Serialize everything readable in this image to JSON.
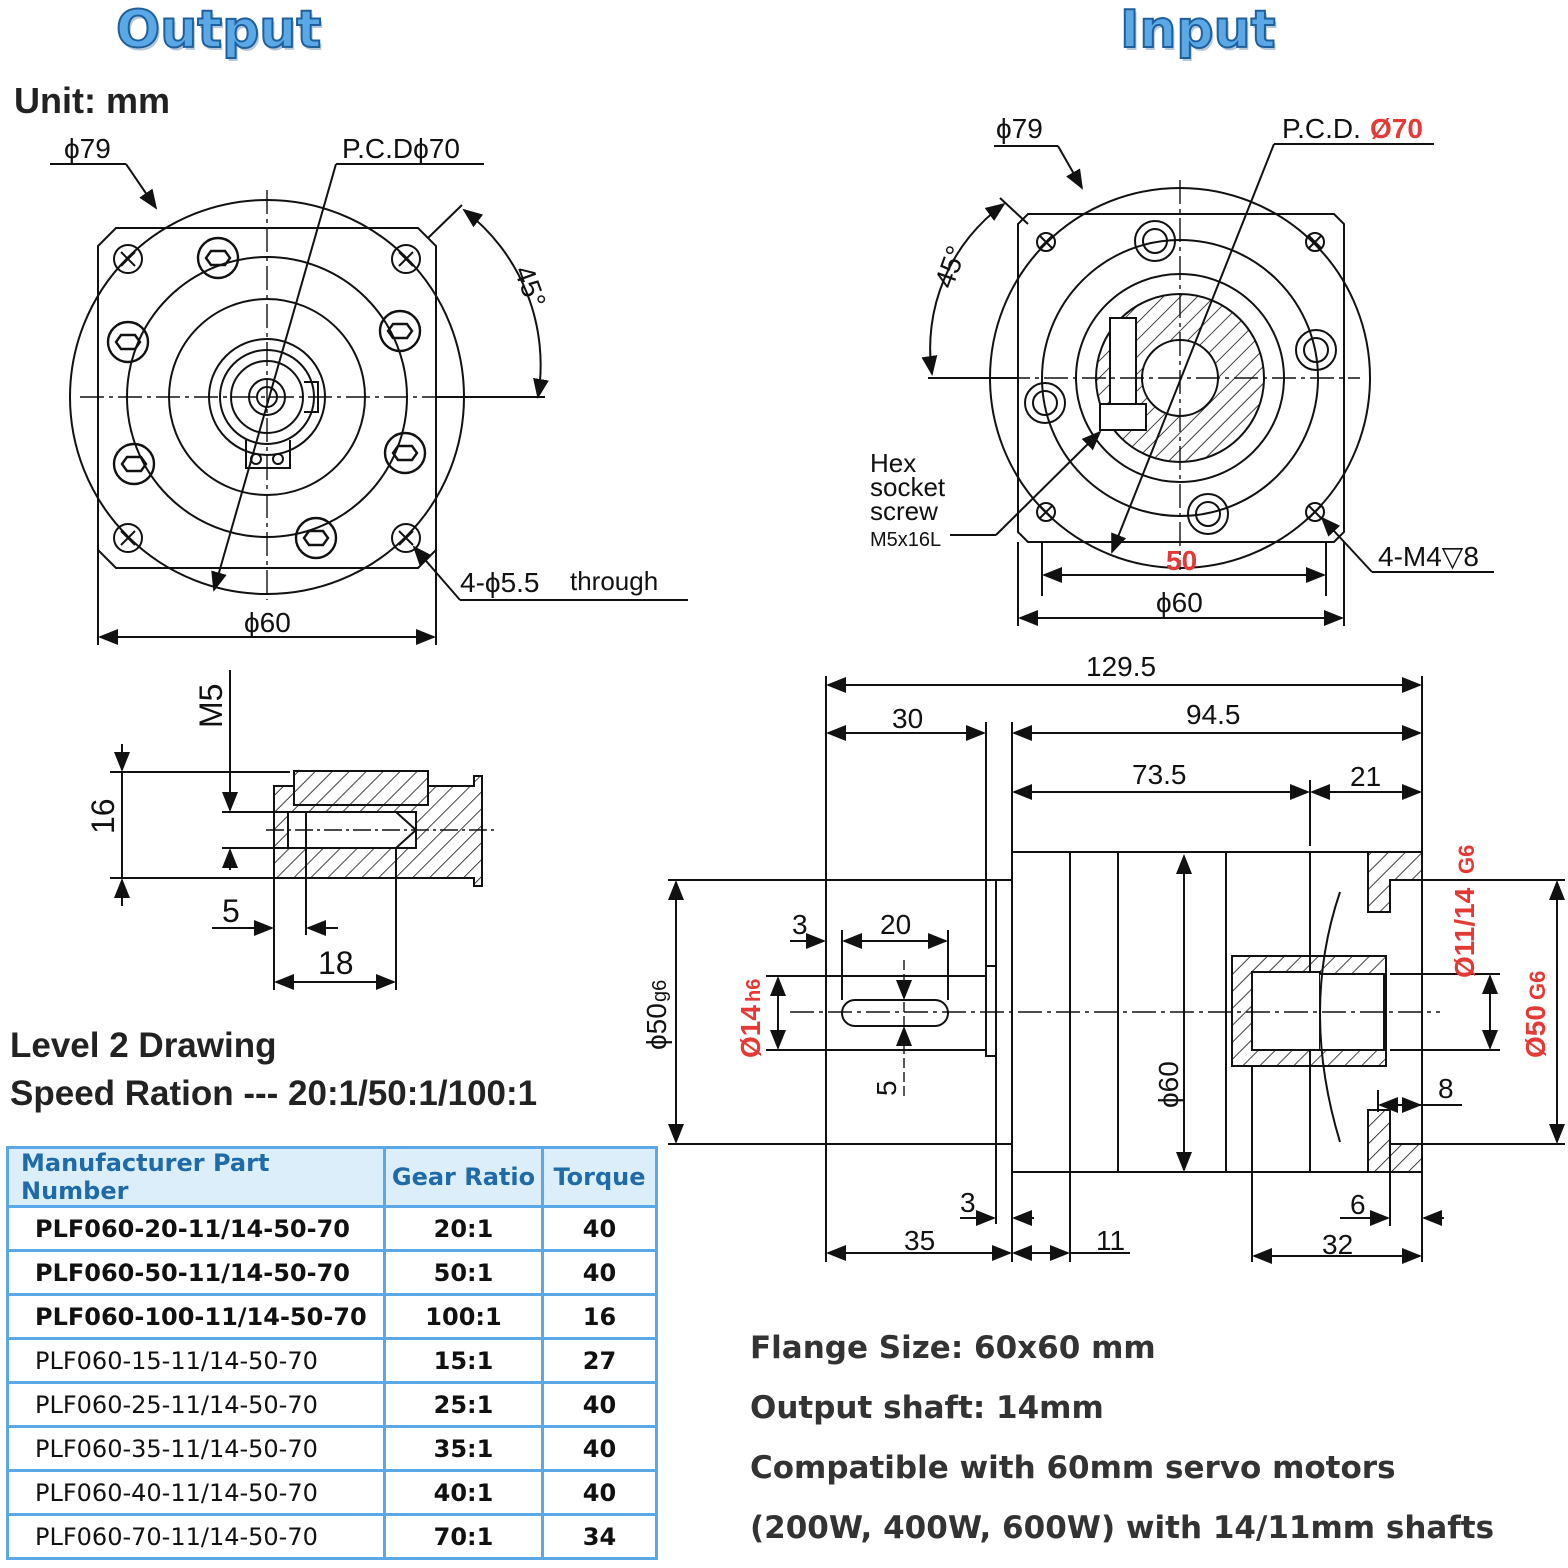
{
  "titles": {
    "output": "Output",
    "input": "Input"
  },
  "unit": "Unit: mm",
  "output_view": {
    "d79": "ϕ79",
    "pcd": "P.C.Dϕ70",
    "angle": "45°",
    "holes": "4-ϕ5.5",
    "through": "through",
    "d60": "ϕ60"
  },
  "input_view": {
    "d79": "ϕ79",
    "pcd_prefix": "P.C.D.",
    "pcd_value": "Ø70",
    "angle": "45°",
    "hex_lines": [
      "Hex",
      "socket",
      "screw"
    ],
    "screw_spec": "M5x16L",
    "thread": "4-M4▽8",
    "d50": "50",
    "d60": "ϕ60",
    "accent_color": "#e53935"
  },
  "detail_view": {
    "m5": "M5",
    "d16": "16",
    "d5": "5",
    "d18": "18"
  },
  "side_view": {
    "l129": "129.5",
    "l30": "30",
    "l945": "94.5",
    "l735": "73.5",
    "l21": "21",
    "l3a": "3",
    "l20": "20",
    "l5": "5",
    "l3b": "3",
    "l35": "35",
    "l11": "11",
    "l6": "6",
    "l32": "32",
    "l8": "8",
    "d60": "ϕ60",
    "d50g6_main": "ϕ50",
    "d50g6_sub": "g6",
    "d14_main": "Ø14",
    "d14_sub": "h6",
    "d1114_main": "Ø11/14",
    "d1114_sub": "G6",
    "d50G6_main": "Ø50",
    "d50G6_sub": "G6"
  },
  "heading": {
    "line1": "Level 2 Drawing",
    "line2": "Speed Ration --- 20:1/50:1/100:1"
  },
  "table": {
    "headers": [
      "Manufacturer Part Number",
      "Gear Ratio",
      "Torque"
    ],
    "rows": [
      [
        "PLF060-20-11/14-50-70",
        "20:1",
        "40"
      ],
      [
        "PLF060-50-11/14-50-70",
        "50:1",
        "40"
      ],
      [
        "PLF060-100-11/14-50-70",
        "100:1",
        "16"
      ],
      [
        "PLF060-15-11/14-50-70",
        "15:1",
        "27"
      ],
      [
        "PLF060-25-11/14-50-70",
        "25:1",
        "40"
      ],
      [
        "PLF060-35-11/14-50-70",
        "35:1",
        "40"
      ],
      [
        "PLF060-40-11/14-50-70",
        "40:1",
        "40"
      ],
      [
        "PLF060-70-11/14-50-70",
        "70:1",
        "34"
      ]
    ]
  },
  "specs": [
    "Flange Size: 60x60 mm",
    "Output shaft: 14mm",
    "Compatible with 60mm servo motors",
    "(200W, 400W, 600W) with 14/11mm shafts"
  ],
  "colors": {
    "title_fill": "#5aa9e6",
    "title_stroke": "#1f5f9c",
    "table_border": "#5aa9e6",
    "table_header_bg": "#dbeefa",
    "red_dim": "#e53935"
  }
}
